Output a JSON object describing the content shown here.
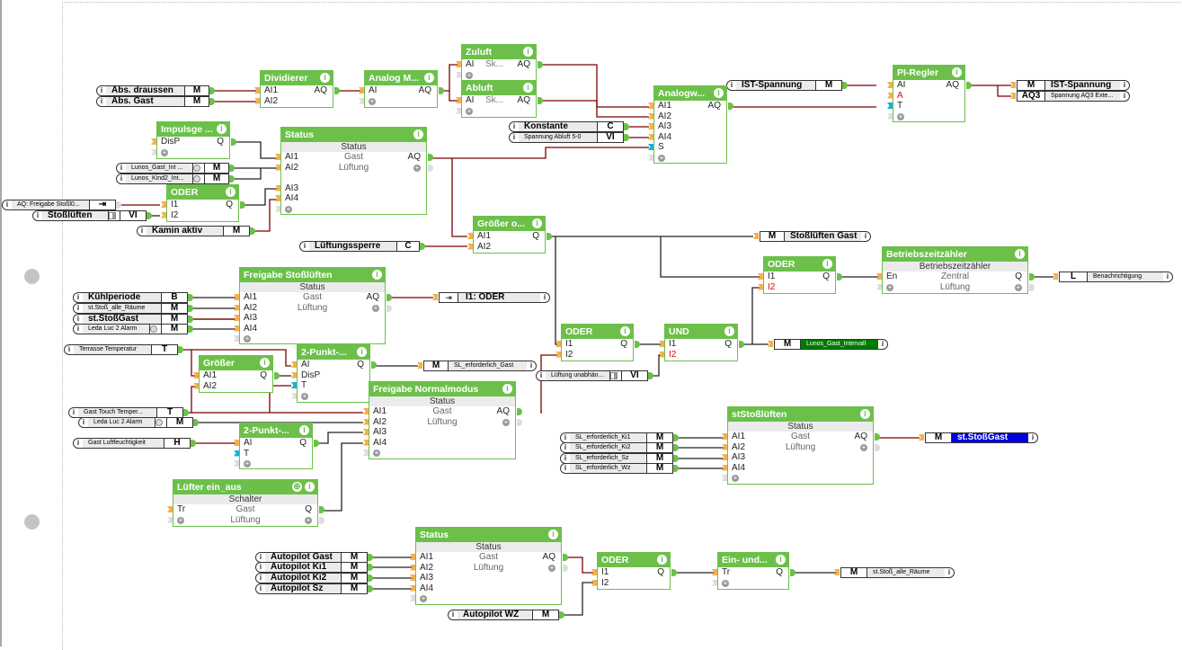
{
  "colors": {
    "block_header": "#6cc04a",
    "wire_dark": "#222222",
    "wire_red": "#7a0000",
    "input_pin": "#f5b04b",
    "trigger_pin": "#1ab0d8",
    "output_pin": "#6cc04a",
    "highlight_green": "#007a00",
    "highlight_blue": "#0000dd"
  },
  "blocks": {
    "dividierer": {
      "title": "Dividierer",
      "inputs": [
        "AI1",
        "AI2"
      ],
      "output": "AQ"
    },
    "analog_m": {
      "title": "Analog M...",
      "inputs": [
        "AI"
      ],
      "output": "AQ"
    },
    "zuluft": {
      "title": "Zuluft",
      "inputs": [
        "AI"
      ],
      "mid": "Sk...",
      "output": "AQ"
    },
    "abluft": {
      "title": "Abluft",
      "inputs": [
        "AI"
      ],
      "mid": "Sk...",
      "output": "AQ"
    },
    "analogw": {
      "title": "Analogw...",
      "inputs": [
        "AI1",
        "AI2",
        "AI3",
        "AI4",
        "S"
      ],
      "output": "AQ"
    },
    "pi_regler": {
      "title": "PI-Regler",
      "inputs": [
        "AI",
        "A",
        "T"
      ],
      "output": "AQ"
    },
    "impulsge": {
      "title": "Impulsge ...",
      "inputs": [
        "DisP"
      ],
      "output": "Q"
    },
    "status1": {
      "title": "Status",
      "sub": "Status",
      "mid1": "Gast",
      "mid2": "Lüftung",
      "inputs": [
        "AI1",
        "AI2",
        "AI3",
        "AI4"
      ],
      "output": "AQ"
    },
    "oder1": {
      "title": "ODER",
      "inputs": [
        "I1",
        "I2"
      ],
      "output": "Q"
    },
    "groesser_o": {
      "title": "Größer o...",
      "inputs": [
        "AI1",
        "AI2"
      ],
      "output": "Q"
    },
    "oder2": {
      "title": "ODER",
      "inputs": [
        "I1",
        "I2"
      ],
      "output": "Q"
    },
    "betriebszeitzaehler": {
      "title": "Betriebszeitzähler",
      "sub": "Betriebszeitzähler",
      "mid1": "Zentral",
      "mid2": "Lüftung",
      "inputs": [
        "En"
      ],
      "output": "Q"
    },
    "freigabe_stossluften": {
      "title": "Freigabe Stoßlüften",
      "sub": "Status",
      "mid1": "Gast",
      "mid2": "Lüftung",
      "inputs": [
        "AI1",
        "AI2",
        "AI3",
        "AI4"
      ],
      "output": "AQ"
    },
    "oder3": {
      "title": "ODER",
      "inputs": [
        "I1",
        "I2"
      ],
      "output": "Q"
    },
    "und": {
      "title": "UND",
      "inputs": [
        "I1",
        "I2"
      ],
      "output": "Q"
    },
    "groesser": {
      "title": "Größer",
      "inputs": [
        "AI1",
        "AI2"
      ],
      "output": "Q"
    },
    "zweipunkt1": {
      "title": "2-Punkt-...",
      "inputs": [
        "AI",
        "DisP",
        "T"
      ],
      "output": "Q"
    },
    "freigabe_normalmodus": {
      "title": "Freigabe Normalmodus",
      "sub": "Status",
      "mid1": "Gast",
      "mid2": "Lüftung",
      "inputs": [
        "AI1",
        "AI2",
        "AI3",
        "AI4"
      ],
      "output": "AQ"
    },
    "zweipunkt2": {
      "title": "2-Punkt-...",
      "inputs": [
        "AI",
        "T"
      ],
      "output": "Q"
    },
    "ststossluften": {
      "title": "stStoßlüften",
      "sub": "Status",
      "mid1": "Gast",
      "mid2": "Lüftung",
      "inputs": [
        "AI1",
        "AI2",
        "AI3",
        "AI4"
      ],
      "output": "AQ"
    },
    "lufter_ein_aus": {
      "title": "Lüfter ein_aus",
      "sub": "Schalter",
      "mid1": "Gast",
      "mid2": "Lüftung",
      "inputs": [
        "Tr"
      ],
      "output": "Q"
    },
    "status2": {
      "title": "Status",
      "sub": "Status",
      "mid1": "Gast",
      "mid2": "Lüftung",
      "inputs": [
        "AI1",
        "AI2",
        "AI3",
        "AI4"
      ],
      "output": "AQ"
    },
    "oder4": {
      "title": "ODER",
      "inputs": [
        "I1",
        "I2"
      ],
      "output": "Q"
    },
    "ein_und": {
      "title": "Ein- und...",
      "inputs": [
        "Tr"
      ],
      "output": "Q"
    }
  },
  "inputs": {
    "abs_draussen": {
      "name": "Abs. draussen",
      "type": "M"
    },
    "abs_gast": {
      "name": "Abs. Gast",
      "type": "M"
    },
    "ist_spannung_in": {
      "name": "IST-Spannung",
      "type": "M"
    },
    "konstante": {
      "name": "Konstante",
      "type": "C"
    },
    "spannung_abluft": {
      "name": "Spannung Abluft 5-0",
      "type": "VI"
    },
    "lunos_gast_int": {
      "name": "Lunos_Gast_Int ...",
      "type": "M"
    },
    "lunos_kind2_int": {
      "name": "Lunos_Kind2_Int...",
      "type": "M"
    },
    "aq_freigabe": {
      "name": "AQ: Freigabe Stoßl0...",
      "type": ""
    },
    "stossluften": {
      "name": "Stoßlüften",
      "type": "VI"
    },
    "kamin_aktiv": {
      "name": "Kamin aktiv",
      "type": "M"
    },
    "luftungssperre": {
      "name": "Lüftungssperre",
      "type": "C"
    },
    "kuhlperiode": {
      "name": "Kühlperiode",
      "type": "B"
    },
    "st_stoss_alle_raume_in": {
      "name": "st.Stoß_alle_Räume",
      "type": "M"
    },
    "st_stossgast_in": {
      "name": "st.StoßGast",
      "type": "M"
    },
    "leda_luc_alarm1": {
      "name": "Leda Luc 2 Alarm",
      "type": "M"
    },
    "terrasse_temperatur": {
      "name": "Terrasse Temperatur",
      "type": "T"
    },
    "luftung_unabhan": {
      "name": "Lüftung unabhän...",
      "type": "VI"
    },
    "gast_touch_temper": {
      "name": "Gast Touch Temper...",
      "type": "T"
    },
    "leda_luc_alarm2": {
      "name": "Leda Luc 2 Alarm",
      "type": "M"
    },
    "gast_luftfeuchtigkeit": {
      "name": "Gast Luftfeuchtigkeit",
      "type": "H"
    },
    "sl_ki1": {
      "name": "SL_erforderlich_Ki1",
      "type": "M"
    },
    "sl_ki2": {
      "name": "SL_erforderlich_Ki2",
      "type": "M"
    },
    "sl_sz": {
      "name": "SL_erforderlich_Sz",
      "type": "M"
    },
    "sl_wz": {
      "name": "SL_erforderlich_Wz",
      "type": "M"
    },
    "autopilot_gast": {
      "name": "Autopilot Gast",
      "type": "M"
    },
    "autopilot_ki1": {
      "name": "Autopilot Ki1",
      "type": "M"
    },
    "autopilot_ki2": {
      "name": "Autopilot Ki2",
      "type": "M"
    },
    "autopilot_sz": {
      "name": "Autopilot Sz",
      "type": "M"
    },
    "autopilot_wz": {
      "name": "Autopilot WZ",
      "type": "M"
    }
  },
  "outputs": {
    "ist_spannung_out": {
      "name": "IST-Spannung",
      "type": "M"
    },
    "spannung_aq3": {
      "name": "Spannung AQ3 Exte...",
      "type": "AQ3"
    },
    "stossluften_gast": {
      "name": "Stoßlüften Gast",
      "type": "M"
    },
    "benachrichtigung": {
      "name": "Benachrichtigung",
      "type": "L"
    },
    "i1_oder": {
      "name": "I1: ODER",
      "type": ""
    },
    "sl_erforderlich_gast": {
      "name": "SL_erforderlich_Gast",
      "type": "M"
    },
    "lunos_gast_intervall": {
      "name": "Lunos_Gast_Intervall",
      "type": "M"
    },
    "st_stossgast_out": {
      "name": "st.StoßGast",
      "type": "M"
    },
    "st_stoss_alle_raume_out": {
      "name": "st.Stoß_alle_Räume",
      "type": "M"
    }
  },
  "icons": {
    "info": "i",
    "add": "+",
    "move": "⊕",
    "exit": "⇥"
  }
}
